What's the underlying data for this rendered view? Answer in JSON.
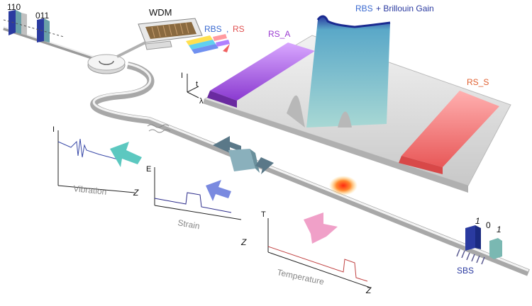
{
  "labels": {
    "bits_top_left_1": "110",
    "bits_top_left_2": "011",
    "wdm": "WDM",
    "rbs_rs_a": "RBS",
    "rbs_rs_sep": ", ",
    "rbs_rs_b": "RS",
    "rbs_gain_a": "RBS",
    "rbs_gain_b": " + Brillouin Gain",
    "rs_a": "RS_A",
    "rs_s": "RS_S",
    "axis_i": "I",
    "axis_t": "t",
    "axis_lambda": "λ",
    "vib_axis_i": "I",
    "vib_axis_z": "Z",
    "vibration": "Vibration",
    "strain_axis_e": "E",
    "strain_axis_z": "Z",
    "strain": "Strain",
    "temp_axis_t": "T",
    "temp_axis_z": "Z",
    "temperature": "Temperature",
    "bit_right_1": "1",
    "bit_right_0": "0",
    "bit_right_1b": "1",
    "sbs": "SBS"
  },
  "colors": {
    "fiber": "#c8c8c8",
    "rs_a": "#b06ae0",
    "rs_s": "#f07070",
    "rbs_peak": "#7ec8c4",
    "gain": "#2a3aa0",
    "vibration_arrow": "#5cc8c0",
    "strain_arrow": "#7a8ae0",
    "temperature_arrow": "#f0a0c8",
    "hotspot": "#ff4a20"
  }
}
